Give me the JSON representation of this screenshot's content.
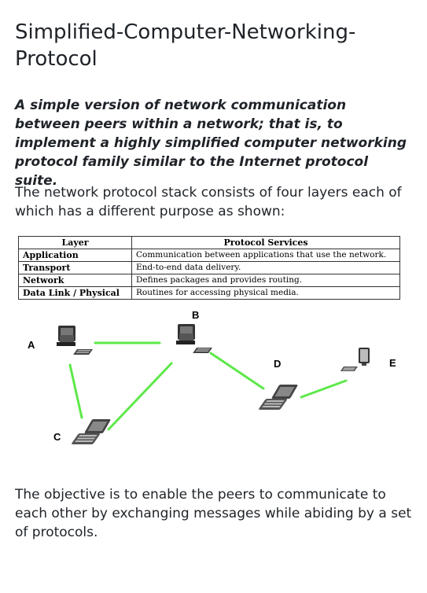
{
  "title": "Simplified-Computer-Networking-Protocol",
  "tagline": "A simple version of network communication between peers within a network; that is, to implement a highly simplified computer networking protocol family similar to the Internet protocol suite.",
  "intro": "The network protocol stack consists of four layers each of which has a different purpose as shown:",
  "table": {
    "headers": [
      "Layer",
      "Protocol Services"
    ],
    "rows": [
      {
        "layer": "Application",
        "service": "Communication between applications that use the network."
      },
      {
        "layer": "Transport",
        "service": "End-to-end data delivery."
      },
      {
        "layer": "Network",
        "service": "Defines packages and provides routing."
      },
      {
        "layer": "Data Link / Physical",
        "service": "Routines for accessing physical media."
      }
    ]
  },
  "diagram": {
    "nodes": [
      {
        "id": "A",
        "label": "A",
        "device": "desktop-computer"
      },
      {
        "id": "B",
        "label": "B",
        "device": "desktop-computer"
      },
      {
        "id": "C",
        "label": "C",
        "device": "laptop"
      },
      {
        "id": "D",
        "label": "D",
        "device": "laptop"
      },
      {
        "id": "E",
        "label": "E",
        "device": "monitor"
      }
    ],
    "links": [
      [
        "A",
        "B"
      ],
      [
        "A",
        "C"
      ],
      [
        "B",
        "C"
      ],
      [
        "B",
        "D"
      ],
      [
        "D",
        "E"
      ]
    ],
    "link_color": "#5ee84a"
  },
  "objective": "The objective is to enable the peers to communicate to each other by exchanging messages while abiding by a set of protocols."
}
